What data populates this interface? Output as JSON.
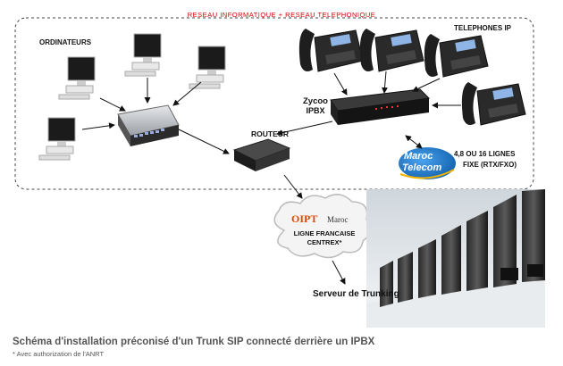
{
  "title": "RESEAU INFORMATIQUE + RESEAU TELEPHONIQUE",
  "labels": {
    "ordinateurs": "ORDINATEURS",
    "telephones": "TELEPHONES IP",
    "ipbx_line1": "Zycoo",
    "ipbx_line2": "IPBX",
    "routeur": "ROUTEUR",
    "lignes_line1": "4,8 OU 16 LIGNES",
    "lignes_line2": "FIXE (RTX/FXO)",
    "serveur": "Serveur de Trunking"
  },
  "maroc_telecom": {
    "line1": "Maroc",
    "line2": "Telecom"
  },
  "cloud": {
    "brand_a": "OIPT",
    "brand_b": "Maroc",
    "line1": "LIGNE FRANCAISE",
    "line2": "CENTREX*"
  },
  "caption": "Schéma d'installation préconisé d'un Trunk SIP connecté derrière un IPBX",
  "footnote": "* Avec authorization de l'ANRT",
  "colors": {
    "title": "#d40000",
    "maroc_telecom": "#1f78c8",
    "oipt_accent": "#e04a00"
  },
  "icons": [
    "computer-icon",
    "switch-icon",
    "router-icon",
    "ipbx-icon",
    "ip-phone-icon",
    "cloud-icon",
    "server-rack-icon"
  ]
}
